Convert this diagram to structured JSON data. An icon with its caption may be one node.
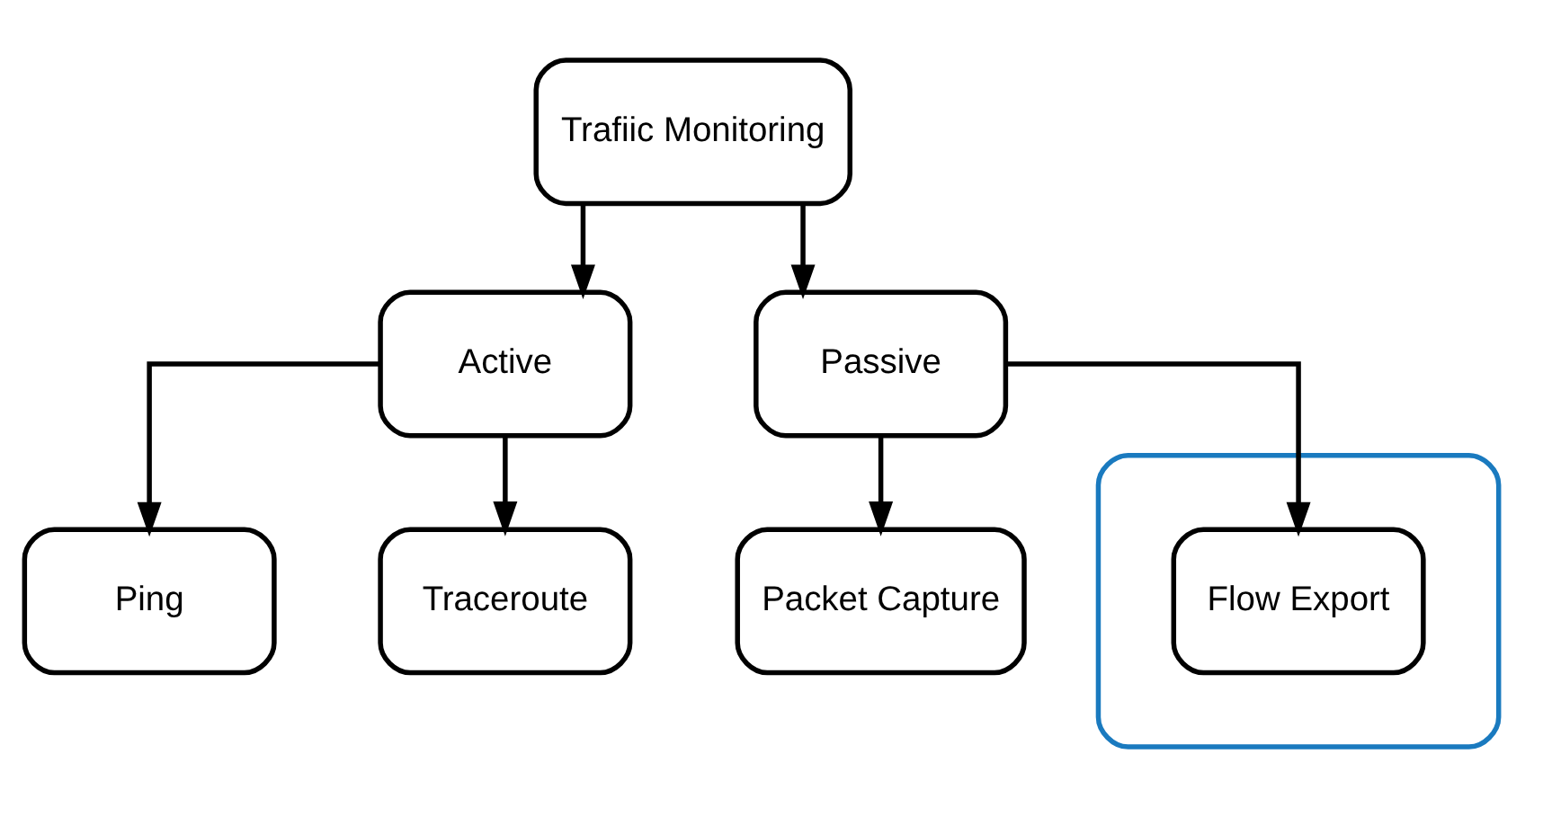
{
  "diagram": {
    "nodes": [
      {
        "text": [
          "Trafiic Monitoring"
        ]
      },
      {
        "text": [
          "Active"
        ]
      },
      {
        "text": [
          "Passive"
        ]
      },
      {
        "text": [
          "Ping"
        ]
      },
      {
        "text": [
          "Traceroute"
        ]
      },
      {
        "text": [
          "Packet Capture"
        ]
      },
      {
        "text": [],
        "shape": "ellipse"
      },
      {
        "text": [
          "Flow Export"
        ],
        "in": 6
      }
    ],
    "edges": [
      {
        "from": 0,
        "to": 1,
        "arrow": "to"
      },
      {
        "from": 0,
        "to": 2,
        "arrow": "to"
      },
      {
        "from": 1,
        "to": 3,
        "arrow": "to"
      },
      {
        "from": 1,
        "to": 4,
        "arrow": "to"
      },
      {
        "from": 2,
        "to": 5,
        "arrow": "to"
      },
      {
        "from": 2,
        "to": 7,
        "arrow": "to"
      }
    ]
  }
}
